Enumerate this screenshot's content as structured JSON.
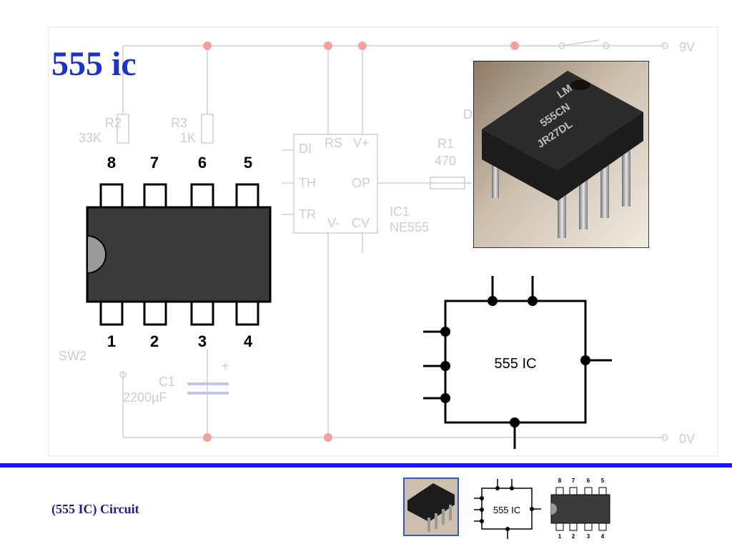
{
  "slide": {
    "title": "555 ic",
    "footer": "(555 IC) Circuit"
  },
  "background_schematic": {
    "labels": {
      "r2": "R2",
      "r2_val": "33K",
      "r3": "R3",
      "r3_val": "1K",
      "r1": "R1",
      "r1_val": "470",
      "c1": "C1",
      "c1_val": "2200µF",
      "sw2": "SW2",
      "ic_name": "IC1",
      "ic_part": "NE555",
      "v9": "9V",
      "v0": "0V",
      "d": "D",
      "pin_dis": "DI",
      "pin_th": "TH",
      "pin_tr": "TR",
      "pin_rs": "RS",
      "pin_vplus": "V+",
      "pin_op": "OP",
      "pin_vminus": "V-",
      "pin_cv": "CV",
      "plus": "+"
    }
  },
  "chip_diagram": {
    "top_pins": [
      "8",
      "7",
      "6",
      "5"
    ],
    "bottom_pins": [
      "1",
      "2",
      "3",
      "4"
    ]
  },
  "block_diagram": {
    "label": "555 IC"
  },
  "photo": {
    "chip_marking_1": "LM",
    "chip_marking_2": "555CN",
    "chip_marking_3": "JR27DL"
  },
  "thumbnails": {
    "block_label": "555 IC",
    "top_pins": [
      "8",
      "7",
      "6",
      "5"
    ],
    "bottom_pins": [
      "1",
      "2",
      "3",
      "4"
    ]
  },
  "colors": {
    "title": "#1a33cc",
    "footer_rule": "#1a1aee",
    "schematic_faded": "#c9c9c9",
    "junction": "#f08080",
    "chip_body": "#3a3a3a"
  }
}
